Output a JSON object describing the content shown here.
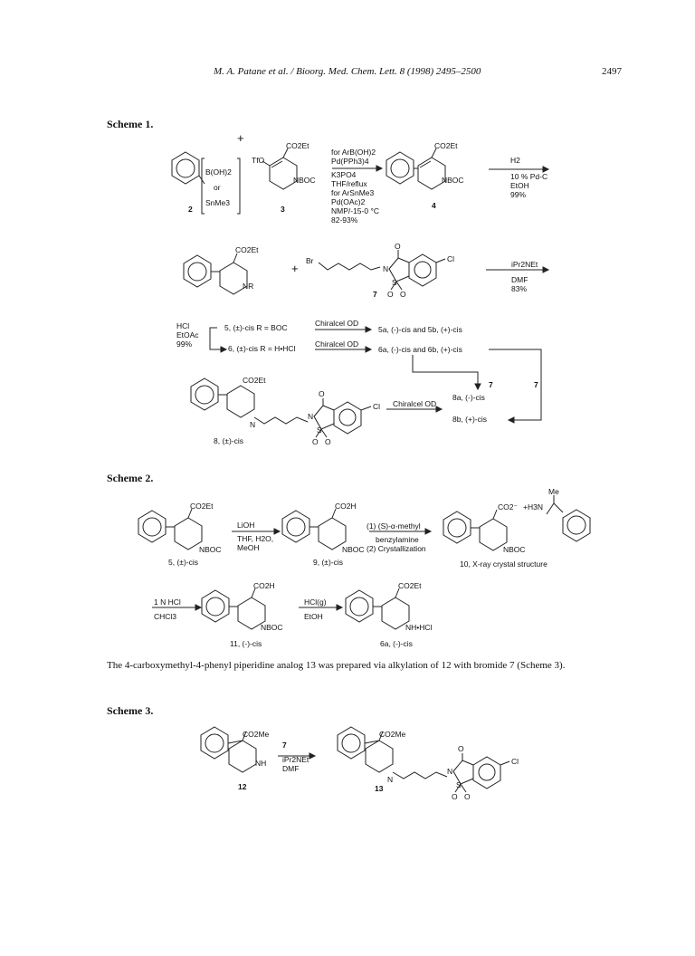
{
  "header": {
    "citation": "M. A. Patane et al. / Bioorg. Med. Chem. Lett. 8 (1998) 2495–2500",
    "page_number": "2497"
  },
  "scheme1": {
    "title": "Scheme 1.",
    "plus": "+",
    "boronic": "B(OH)2",
    "or": "or",
    "stannane": "SnMe3",
    "cpd2": "2",
    "tfo": "TfO",
    "co2et": "CO2Et",
    "nboc": "NBOC",
    "cpd3": "3",
    "cond1": [
      "for ArB(OH)2",
      "Pd(PPh3)4",
      "K3PO4",
      "THF/reflux",
      "for ArSnMe3",
      "Pd(OAc)2",
      "NMP/-15-0 °C",
      "82-93%"
    ],
    "cpd4": "4",
    "cond2": [
      "H2",
      "10 % Pd-C",
      "EtOH",
      "99%"
    ],
    "nr": "NR",
    "br": "Br",
    "n": "N",
    "s": "S",
    "o": "O",
    "cl": "Cl",
    "cpd7": "7",
    "cond3": [
      "iPr2NEt",
      "DMF",
      "83%"
    ],
    "hcl_cond": [
      "HCl",
      "EtOAc",
      "99%"
    ],
    "row5": "5, (±)-cis R = BOC",
    "row6": "6, (±)-cis R = H•HCl",
    "chiralcel": "Chiralcel OD",
    "out5": "5a, (-)-cis and 5b, (+)-cis",
    "out6": "6a, (-)-cis and 6b, (+)-cis",
    "seven": "7",
    "out8a": "8a, (-)-cis",
    "out8b": "8b, (+)-cis",
    "cpd8": "8, (±)-cis"
  },
  "scheme2": {
    "title": "Scheme 2.",
    "co2h": "CO2H",
    "co2minus": "CO2⁻",
    "h3n": "+H3N",
    "me": "Me",
    "cpd5": "5, (±)-cis",
    "cond_lioh": [
      "LiOH",
      "THF, H2O,",
      "MeOH"
    ],
    "cpd9": "9, (±)-cis",
    "cond_res": [
      "(1) (S)-α-methyl",
      "benzylamine",
      "(2) Crystallization"
    ],
    "cpd10": "10, X-ray crystal structure",
    "cond_hcl": [
      "1 N HCl",
      "CHCl3"
    ],
    "cpd11": "11, (-)-cis",
    "cond_hclg": [
      "HCl(g)",
      "EtOH"
    ],
    "nhhcl": "NH•HCl",
    "cpd6a": "6a, (-)-cis"
  },
  "paragraph": "The 4-carboxymethyl-4-phenyl piperidine analog 13 was prepared via alkylation of 12 with bromide 7 (Scheme 3).",
  "scheme3": {
    "title": "Scheme 3.",
    "co2me": "CO2Me",
    "nh": "NH",
    "cpd12": "12",
    "cond": [
      "7",
      "iPr2NEt",
      "DMF"
    ],
    "cpd13": "13"
  }
}
